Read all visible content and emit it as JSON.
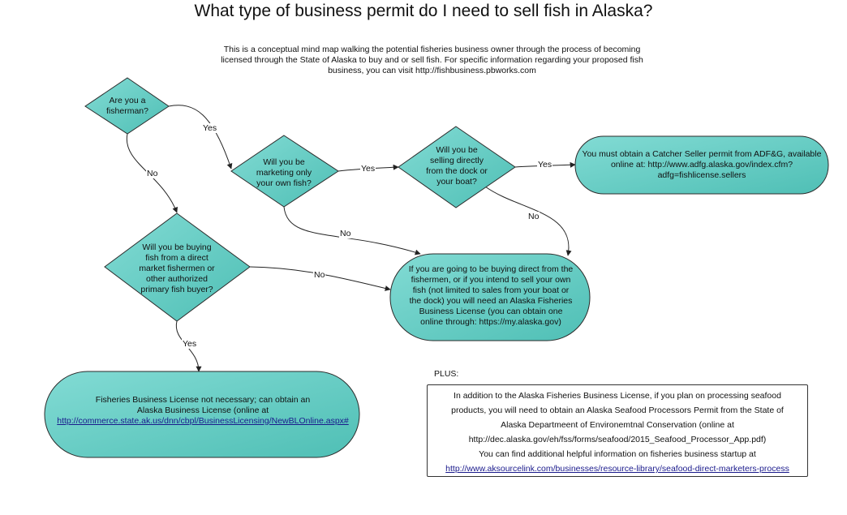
{
  "title": "What type of business permit do I need to sell fish in Alaska?",
  "intro": "This is a conceptual mind map walking the potential  fisheries business owner through the process of becoming licensed through the State of Alaska to buy and or sell fish.  For specific information regarding your proposed fish business, you can visit http://fishbusiness.pbworks.com",
  "colors": {
    "node_fill": "#5cc8bf",
    "node_fill_light": "#7ad6cf",
    "node_stroke": "#2b2b2b",
    "link": "#1a1a8c"
  },
  "nodes": {
    "fisherman": "Are you a fisherman?",
    "own_fish": "Will you be marketing only your own fish?",
    "dock": "Will you be selling directly from the dock or your boat?",
    "catcher_seller": "You must obtain a Catcher Seller permit from ADF&G, available online at: http://www.adfg.alaska.gov/index.cfm?adfg=fishlicense.sellers",
    "buying": "Will you be buying fish from a direct market fishermen or other authorized primary fish buyer?",
    "fbl": "If you are going to be buying direct from the fishermen, or if you intend to sell your own fish (not limited to sales from your boat or the dock) you will need an Alaska Fisheries Business  License (you can obtain one online through: https://my.alaska.gov)",
    "not_necessary_text": "Fisheries Business License  not necessary; can obtain an Alaska Business  License (online at",
    "not_necessary_link": "http://commerce.state.ak.us/dnn/cbpl/BusinessLicensing/NewBLOnline.aspx#"
  },
  "edges": {
    "fisherman_yes": "Yes",
    "fisherman_no": "No",
    "own_fish_yes": "Yes",
    "own_fish_no": "No",
    "dock_yes": "Yes",
    "dock_no": "No",
    "buying_no": "No",
    "buying_yes": "Yes"
  },
  "plus": {
    "label": "PLUS:",
    "line1": "In addition to the Alaska Fisheries Business  License, if you plan on processing seafood",
    "line2": "products, you will need to obtain an Alaska Seafood Processors Permit from the State of",
    "line3": "Alaska Departmeent of Environemtnal Conservation (online at",
    "line4": "http://dec.alaska.gov/eh/fss/forms/seafood/2015_Seafood_Processor_App.pdf)",
    "line5": "You can find additional helpful information on fisheries business startup at",
    "link": "http://www.aksourcelink.com/businesses/resource-library/seafood-direct-marketers-process"
  }
}
